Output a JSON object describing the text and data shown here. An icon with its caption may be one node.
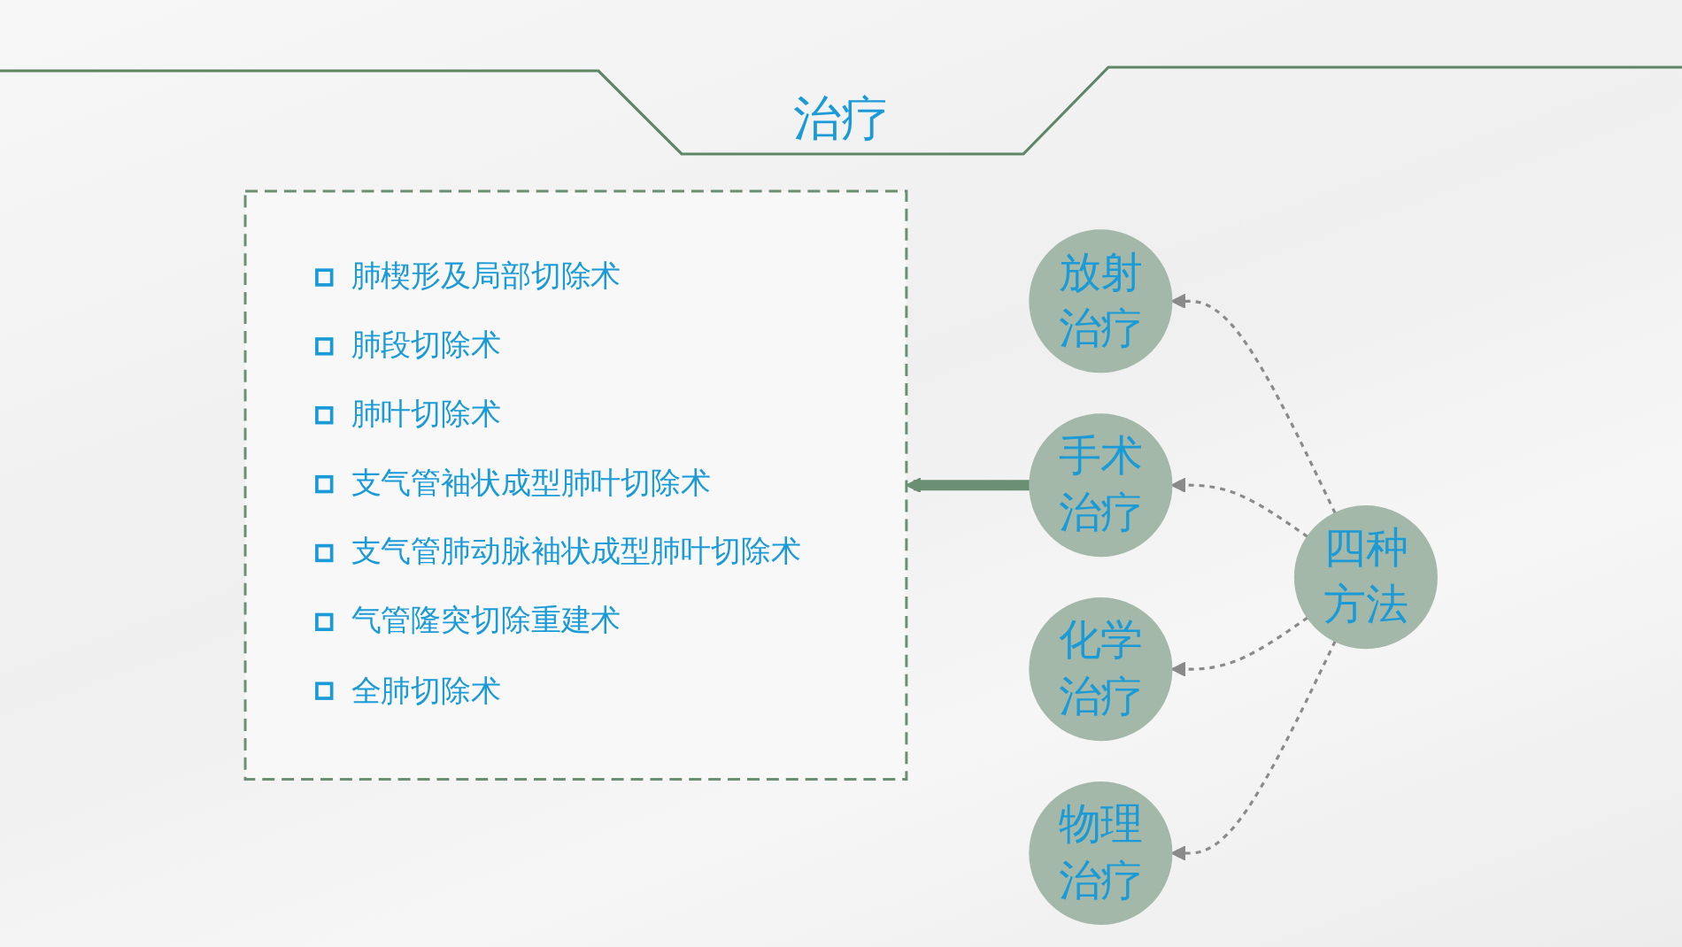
{
  "diagram": {
    "title": "治疗",
    "nodes": [
      {
        "text": [
          "放射治疗"
        ]
      },
      {
        "text": [
          "肺楔形及局部切除术",
          "肺段切除术",
          "肺叶切除术",
          "支气管袖状成型肺叶切除术",
          "支气管肺动脉袖状成型肺叶切除术",
          "气管隆突切除重建术",
          "全肺切除术"
        ]
      },
      {
        "text": [
          "手术治疗"
        ]
      },
      {
        "text": [
          "四种方法"
        ]
      },
      {
        "text": [
          "化学治疗"
        ]
      },
      {
        "text": [
          "物理治疗"
        ]
      }
    ],
    "edges": [
      {
        "from": 3,
        "to": 0,
        "arrow": "to",
        "style": "dashed"
      },
      {
        "from": 3,
        "to": 2,
        "arrow": "to",
        "style": "dashed"
      },
      {
        "from": 3,
        "to": 4,
        "arrow": "to",
        "style": "dashed"
      },
      {
        "from": 3,
        "to": 5,
        "arrow": "to",
        "style": "dashed"
      },
      {
        "from": 2,
        "to": 1,
        "arrow": "to",
        "style": "thick",
        "color": "#6a8f73"
      }
    ]
  }
}
